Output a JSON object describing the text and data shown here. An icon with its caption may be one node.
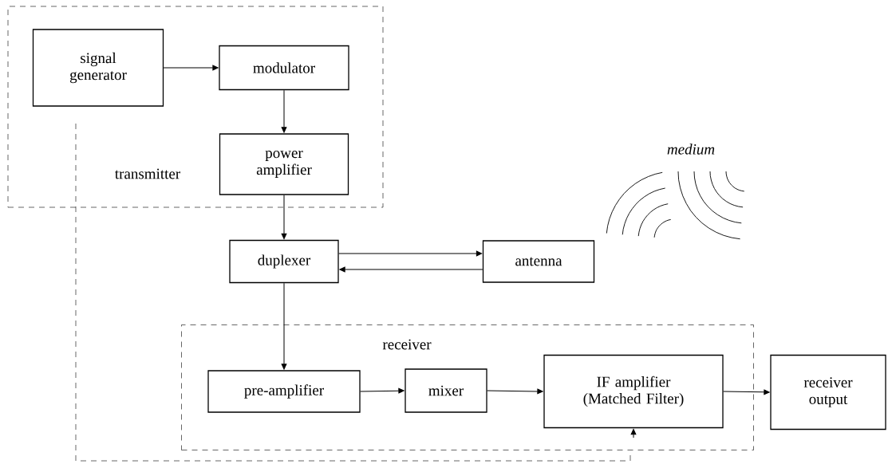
{
  "diagram": {
    "nodes": [
      {
        "text": [
          "transmitter"
        ]
      },
      {
        "text": [
          "signal generator"
        ],
        "in": 0
      },
      {
        "text": [
          "modulator"
        ],
        "in": 0
      },
      {
        "text": [
          "power amplifier"
        ],
        "in": 0
      },
      {
        "text": [
          "duplexer"
        ]
      },
      {
        "text": [
          "antenna"
        ]
      },
      {
        "text": [
          "receiver"
        ]
      },
      {
        "text": [
          "pre-amplifier"
        ],
        "in": 6
      },
      {
        "text": [
          "mixer"
        ],
        "in": 6
      },
      {
        "text": [
          "IF amplifier (Matched Filter)"
        ],
        "in": 6
      },
      {
        "text": [
          "receiver output"
        ]
      }
    ],
    "edges": [
      {
        "from": 1,
        "to": 2,
        "arrow": "to"
      },
      {
        "from": 2,
        "to": 3,
        "arrow": "to"
      },
      {
        "from": 3,
        "to": 4,
        "arrow": "to"
      },
      {
        "from": 4,
        "to": 5,
        "arrow": "to"
      },
      {
        "from": 5,
        "to": 4,
        "arrow": "to"
      },
      {
        "from": 4,
        "to": 7,
        "arrow": "to"
      },
      {
        "from": 7,
        "to": 8,
        "arrow": "to"
      },
      {
        "from": 8,
        "to": 9,
        "arrow": "to"
      },
      {
        "from": 9,
        "to": 10,
        "arrow": "to"
      },
      {
        "from": null,
        "to": 9,
        "arrow": "to"
      }
    ],
    "labels": [
      "*medium*"
    ]
  }
}
